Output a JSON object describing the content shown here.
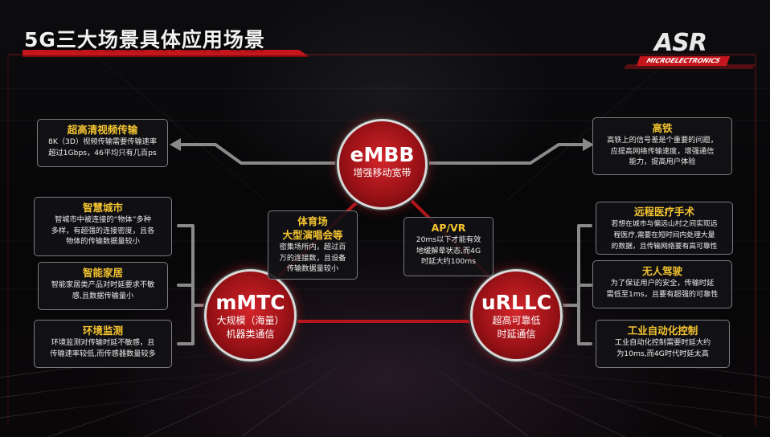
{
  "title": "5G三大场景具体应用场景",
  "logo": {
    "main": "ASR",
    "sub": "MICROELECTRONICS"
  },
  "colors": {
    "accent": "#c4161c",
    "heading": "#f4c531",
    "connector": "#8a8a8a"
  },
  "nodes": {
    "embb": {
      "name": "eMBB",
      "label": "增强移动宽带"
    },
    "mmtc": {
      "name": "mMTC",
      "label_line1": "大规模（海量）",
      "label_line2": "机器类通信"
    },
    "urllc": {
      "name": "uRLLC",
      "label_line1": "超高可靠低",
      "label_line2": "时延通信"
    }
  },
  "cards": {
    "hd_video": {
      "heading": "超高清视频传输",
      "lines": [
        "8K（3D）视频传输需要传输速率",
        "超过1Gbps，46平均只有几百ps"
      ]
    },
    "high_speed_rail": {
      "heading": "高铁",
      "lines": [
        "高铁上的信号差是个重要的问题，",
        "应提高网络传输速度，增强通信",
        "能力，提高用户体验"
      ]
    },
    "smart_city": {
      "heading": "智慧城市",
      "lines": [
        "智城市中被连接的“物体”多种",
        "多样，有超强的连接密度，且各",
        "物体的传输数据量较小"
      ]
    },
    "smart_home": {
      "heading": "智能家居",
      "lines": [
        "智能家居类产品对时延要求不敏",
        "感,且数据传输量小"
      ]
    },
    "env_monitor": {
      "heading": "环境监测",
      "lines": [
        "环境监测对传输时延不敏感，且",
        "传输速率较低,而传感器数量较多"
      ]
    },
    "stadium": {
      "heading_line1": "体育场",
      "heading_line2": "大型演唱会等",
      "lines": [
        "密集场所内，超过百",
        "万的连接数，且设备",
        "传输数据量较小"
      ]
    },
    "ar_vr": {
      "heading": "AP/VR",
      "lines": [
        "20ms以下才能有效",
        "地缓解晕状态,而4G",
        "时延大约100ms"
      ]
    },
    "remote_medical": {
      "heading": "远程医疗手术",
      "lines": [
        "若想在城市与偏远山村之间实现远",
        "程医疗,需要在短时间内处理大量",
        "的数据，且传输网络要有高可靠性"
      ]
    },
    "autonomous": {
      "heading": "无人驾驶",
      "lines": [
        "为了保证用户的安全，传输时延",
        "需低至1ms，且要有超强的可靠性"
      ]
    },
    "industrial": {
      "heading": "工业自动化控制",
      "lines": [
        "工业自动化控制需要时延大约",
        "为10ms,而4G时代时延太高"
      ]
    }
  }
}
